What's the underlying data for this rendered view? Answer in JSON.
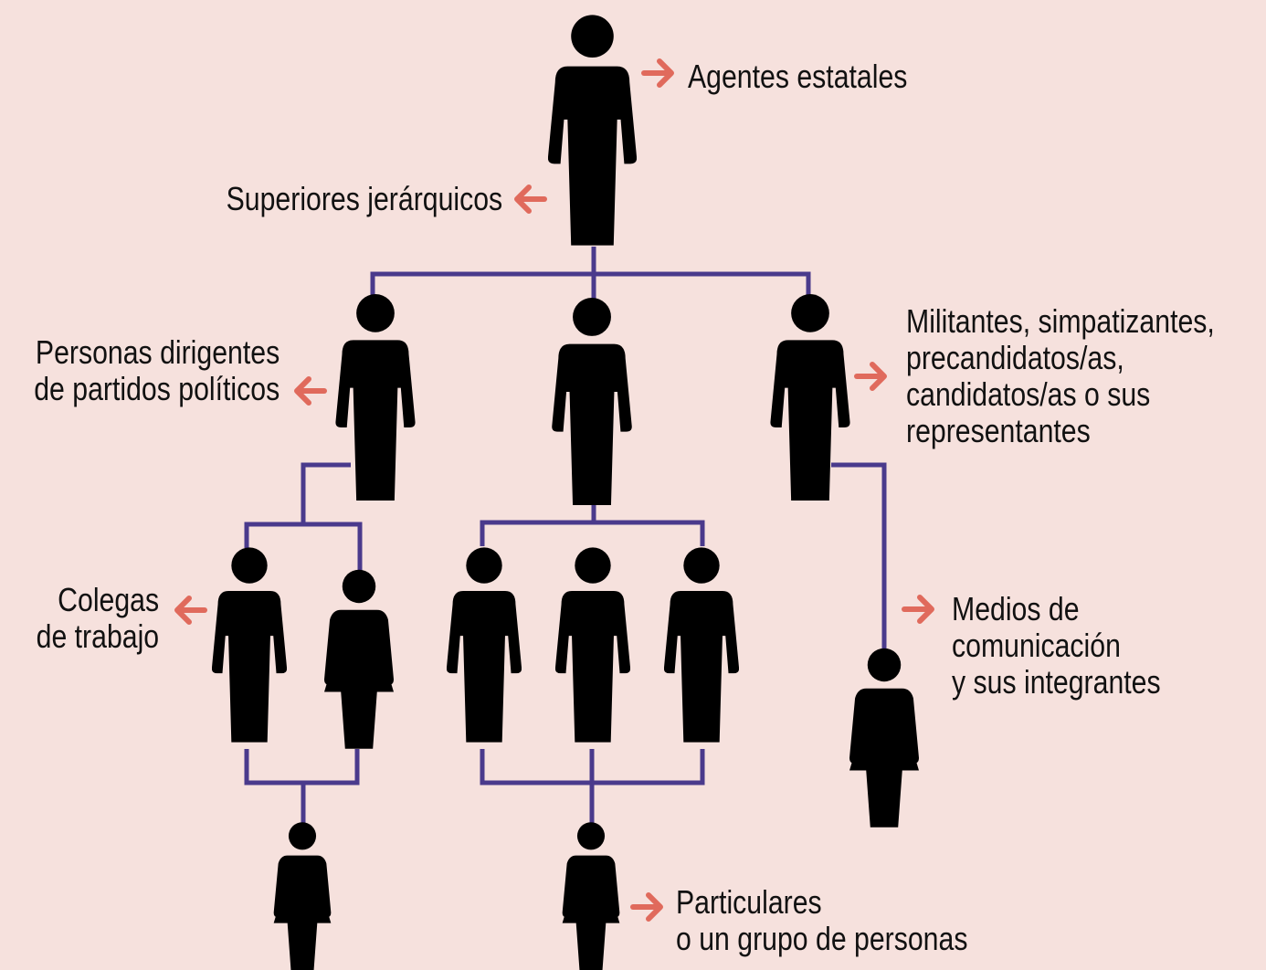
{
  "colors": {
    "background": "#f6e1dd",
    "figure": "#000000",
    "connector": "#4a3a8c",
    "arrow": "#e06a5c"
  },
  "labels": {
    "agentes": [
      "Agentes estatales"
    ],
    "superiores": [
      "Superiores jerárquicos"
    ],
    "dirigentes": [
      "Personas dirigentes",
      "de partidos políticos"
    ],
    "militantes": [
      "Militantes, simpatizantes,",
      "precandidatos/as,",
      "candidatos/as o sus",
      "representantes"
    ],
    "colegas": [
      "Colegas",
      "de trabajo"
    ],
    "medios": [
      "Medios de",
      "comunicación",
      "y sus integrantes"
    ],
    "particulares": [
      "Particulares",
      "o un grupo de personas"
    ]
  },
  "figures": [
    {
      "id": "top",
      "type": "man"
    },
    {
      "id": "mid-left",
      "type": "man"
    },
    {
      "id": "mid-center",
      "type": "man"
    },
    {
      "id": "mid-right",
      "type": "man"
    },
    {
      "id": "low-1",
      "type": "man"
    },
    {
      "id": "low-2",
      "type": "woman"
    },
    {
      "id": "low-3",
      "type": "man"
    },
    {
      "id": "low-4",
      "type": "man"
    },
    {
      "id": "low-5",
      "type": "man"
    },
    {
      "id": "right-woman",
      "type": "woman"
    },
    {
      "id": "bottom-left",
      "type": "woman"
    },
    {
      "id": "bottom-center",
      "type": "woman"
    }
  ]
}
